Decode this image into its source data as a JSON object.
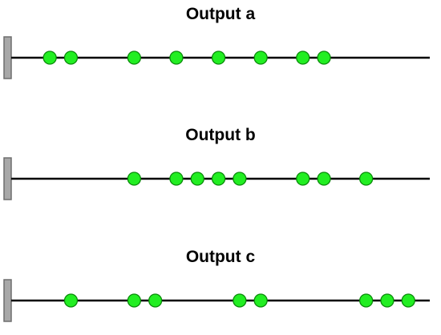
{
  "colors": {
    "background": "#ffffff",
    "line": "#000000",
    "wall_fill": "#a8a8a8",
    "wall_stroke": "#6e6e6e",
    "bead_fill": "#22ee22",
    "bead_stroke": "#0a8a0a"
  },
  "panels": [
    {
      "title": "Output a",
      "beads": [
        0.5,
        1.5,
        4.5,
        6.5,
        8.5,
        10.5,
        12.5,
        13.5
      ]
    },
    {
      "title": "Output b",
      "beads": [
        4.5,
        6.5,
        7.5,
        8.5,
        9.5,
        12.5,
        13.5,
        15.5
      ]
    },
    {
      "title": "Output c",
      "beads": [
        1.5,
        4.5,
        5.5,
        9.5,
        10.5,
        15.5,
        16.5,
        17.5
      ]
    }
  ]
}
